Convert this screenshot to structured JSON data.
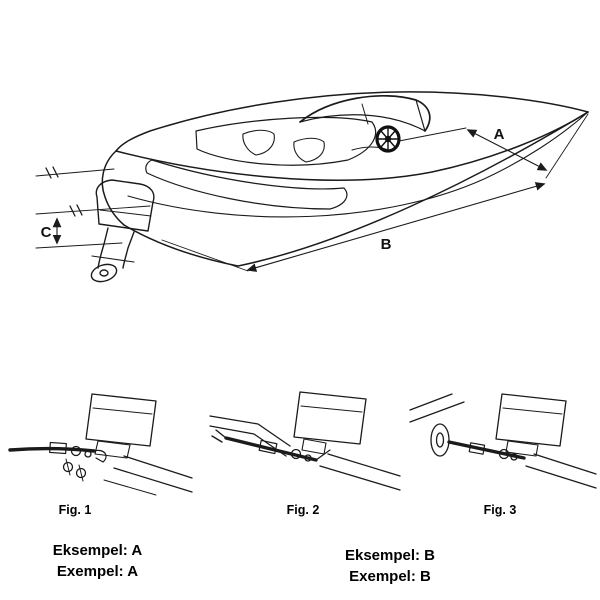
{
  "drawing": {
    "dim_a": "A",
    "dim_b": "B",
    "dim_c": "C"
  },
  "figures": [
    {
      "caption": "Fig. 1"
    },
    {
      "caption": "Fig. 2"
    },
    {
      "caption": "Fig. 3"
    }
  ],
  "examples": {
    "left": {
      "line1": "Eksempel: A",
      "line2": "Exempel: A"
    },
    "right": {
      "line1": "Eksempel: B",
      "line2": "Exempel: B"
    }
  },
  "colors": {
    "ink": "#1b1b1b",
    "background": "#ffffff"
  }
}
